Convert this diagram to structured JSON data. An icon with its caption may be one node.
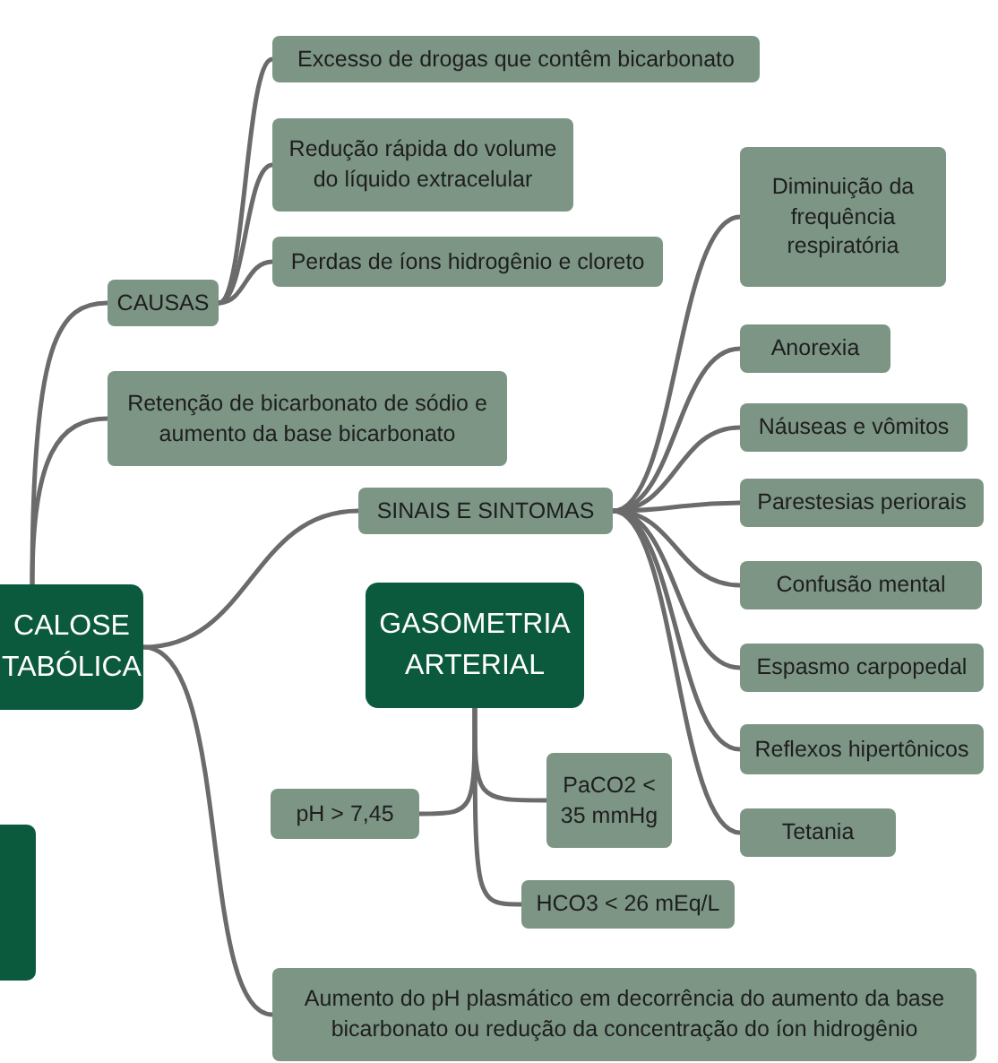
{
  "diagram": {
    "nodes": [
      {
        "text": [
          "CALOSE TABÓLICA"
        ]
      },
      {
        "text": [
          "CAUSAS"
        ]
      },
      {
        "text": [
          "Excesso de drogas que contêm bicarbonato"
        ]
      },
      {
        "text": [
          "Redução rápida do volume do líquido extracelular"
        ]
      },
      {
        "text": [
          "Perdas de íons hidrogênio e cloreto"
        ]
      },
      {
        "text": [
          "Retenção de bicarbonato de sódio e aumento da base bicarbonato"
        ]
      },
      {
        "text": [
          "SINAIS E SINTOMAS"
        ]
      },
      {
        "text": [
          "GASOMETRIA ARTERIAL"
        ]
      },
      {
        "text": [
          "pH > 7,45"
        ]
      },
      {
        "text": [
          "PaCO2 < 35 mmHg"
        ]
      },
      {
        "text": [
          "HCO3 < 26 mEq/L"
        ]
      },
      {
        "text": [
          "Aumento do pH plasmático em decorrência do aumento da base bicarbonato ou redução da concentração do íon hidrogênio"
        ]
      },
      {
        "text": [
          "Diminuição da frequência respiratória"
        ]
      },
      {
        "text": [
          "Anorexia"
        ]
      },
      {
        "text": [
          "Náuseas e vômitos"
        ]
      },
      {
        "text": [
          "Parestesias periorais"
        ]
      },
      {
        "text": [
          "Confusão mental"
        ]
      },
      {
        "text": [
          "Espasmo carpopedal"
        ]
      },
      {
        "text": [
          "Reflexos hipertônicos"
        ]
      },
      {
        "text": [
          "Tetania"
        ]
      },
      {
        "text": [],
        "shape": "box"
      }
    ],
    "edges": [
      {
        "from": 0,
        "to": 1,
        "arrow": "none"
      },
      {
        "from": 1,
        "to": 2,
        "arrow": "none"
      },
      {
        "from": 1,
        "to": 3,
        "arrow": "none"
      },
      {
        "from": 1,
        "to": 4,
        "arrow": "none"
      },
      {
        "from": 0,
        "to": 5,
        "arrow": "none"
      },
      {
        "from": 0,
        "to": 6,
        "arrow": "none"
      },
      {
        "from": 6,
        "to": 12,
        "arrow": "none"
      },
      {
        "from": 6,
        "to": 13,
        "arrow": "none"
      },
      {
        "from": 6,
        "to": 14,
        "arrow": "none"
      },
      {
        "from": 6,
        "to": 15,
        "arrow": "none"
      },
      {
        "from": 6,
        "to": 16,
        "arrow": "none"
      },
      {
        "from": 6,
        "to": 17,
        "arrow": "none"
      },
      {
        "from": 6,
        "to": 18,
        "arrow": "none"
      },
      {
        "from": 6,
        "to": 19,
        "arrow": "none"
      },
      {
        "from": 7,
        "to": 8,
        "arrow": "none"
      },
      {
        "from": 7,
        "to": 9,
        "arrow": "none"
      },
      {
        "from": 7,
        "to": 10,
        "arrow": "none"
      },
      {
        "from": 0,
        "to": 11,
        "arrow": "none"
      }
    ]
  }
}
